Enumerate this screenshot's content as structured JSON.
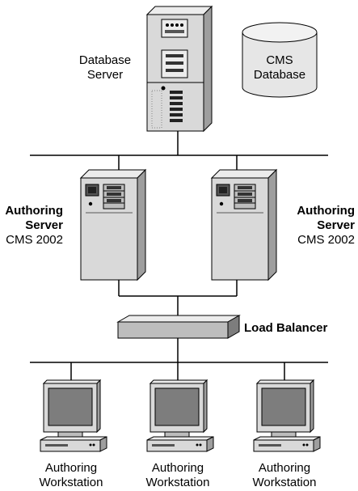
{
  "database_server": {
    "label_line1": "Database",
    "label_line2": "Server"
  },
  "database": {
    "label_line1": "CMS",
    "label_line2": "Database"
  },
  "authoring_server_left": {
    "title_line1": "Authoring",
    "title_line2": "Server",
    "subtitle": "CMS 2002"
  },
  "authoring_server_right": {
    "title_line1": "Authoring",
    "title_line2": "Server",
    "subtitle": "CMS 2002"
  },
  "load_balancer": {
    "label": "Load Balancer"
  },
  "workstations": [
    {
      "line1": "Authoring",
      "line2": "Workstation"
    },
    {
      "line1": "Authoring",
      "line2": "Workstation"
    },
    {
      "line1": "Authoring",
      "line2": "Workstation"
    }
  ],
  "colors": {
    "device_face": "#d9d9d9",
    "device_side": "#9e9e9e",
    "device_top": "#ececec",
    "screen": "#7d7d7d",
    "line": "#000000"
  }
}
